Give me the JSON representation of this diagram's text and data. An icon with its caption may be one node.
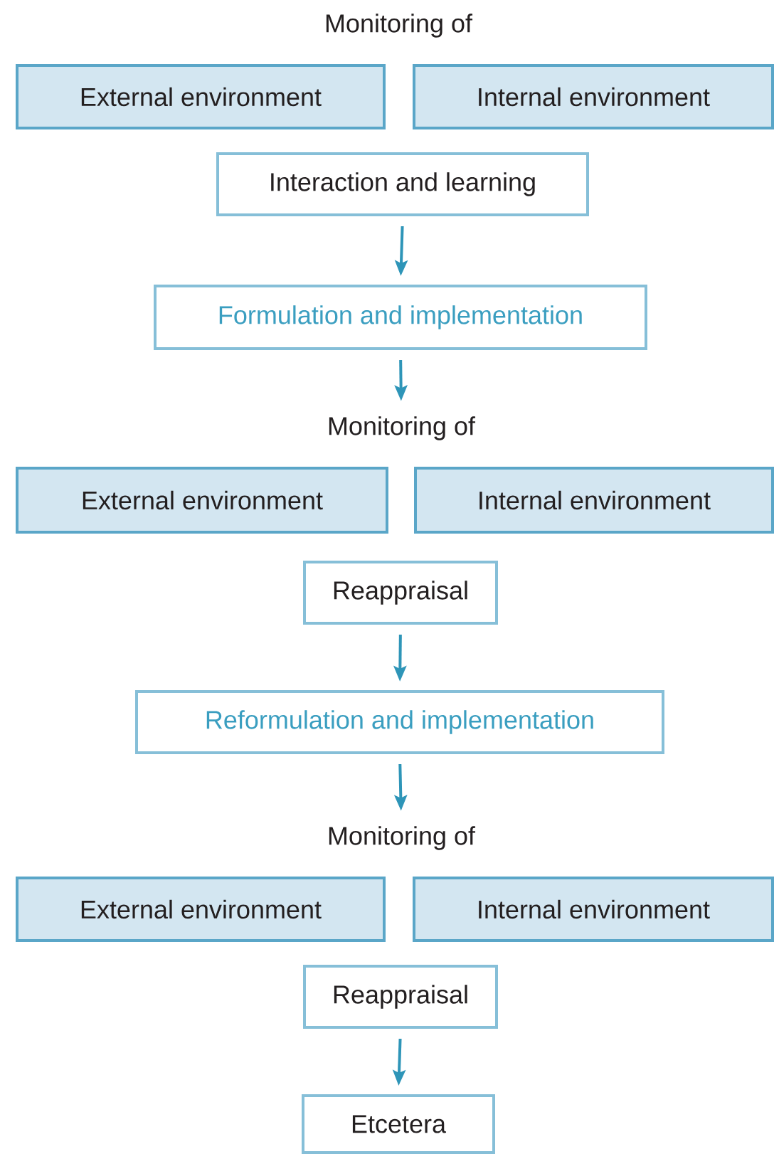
{
  "diagram": {
    "nodes": [
      {
        "text": [
          "External environment"
        ]
      },
      {
        "text": [
          "Internal environment"
        ]
      },
      {
        "text": [
          "Interaction and learning"
        ]
      },
      {
        "text": [
          "Formulation and implementation"
        ]
      },
      {
        "text": [
          "Monitoring of"
        ]
      },
      {
        "text": [
          "External environment"
        ]
      },
      {
        "text": [
          "Internal environment"
        ]
      },
      {
        "text": [
          "Reappraisal"
        ]
      },
      {
        "text": [
          "Reformulation and implementation"
        ]
      },
      {
        "text": [
          "Monitoring of"
        ]
      },
      {
        "text": [
          "External environment"
        ]
      },
      {
        "text": [
          "Internal environment"
        ]
      },
      {
        "text": [
          "Reappraisal"
        ]
      },
      {
        "text": [
          "Etcetera"
        ]
      }
    ],
    "edges": [
      {
        "from": 2,
        "to": 3,
        "arrow": "to"
      },
      {
        "from": 3,
        "to": 4,
        "arrow": "to"
      },
      {
        "from": 7,
        "to": 8,
        "arrow": "to"
      },
      {
        "from": 8,
        "to": 9,
        "arrow": "to"
      },
      {
        "from": 12,
        "to": 13,
        "arrow": "to"
      }
    ],
    "labels": [
      "Monitoring of"
    ]
  }
}
